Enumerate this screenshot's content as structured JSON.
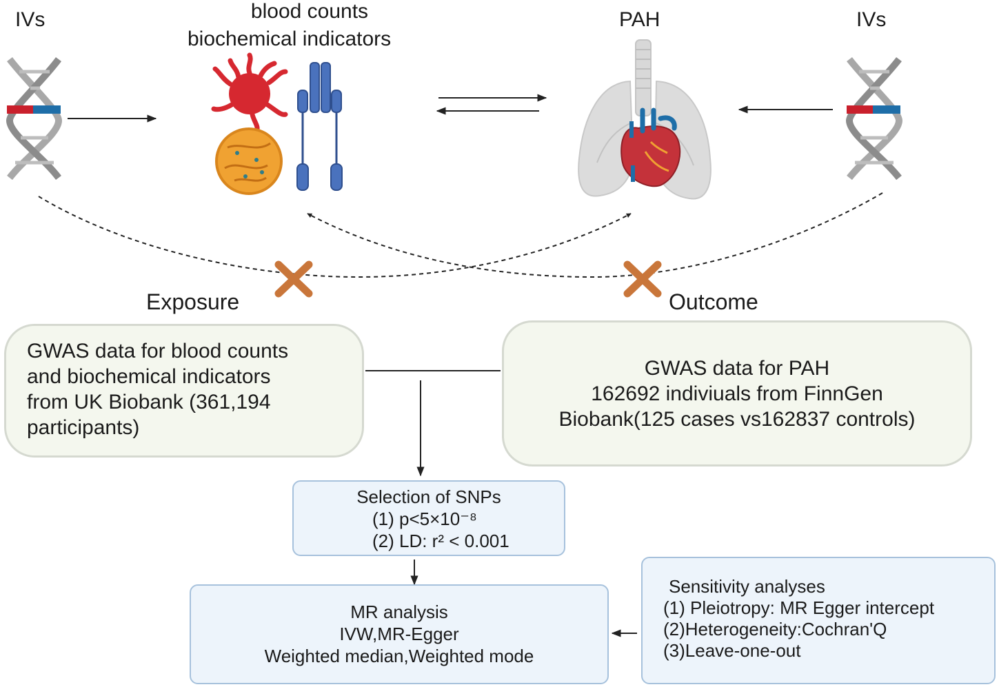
{
  "top": {
    "ivs_left": "IVs",
    "exposure_title_1": "blood counts",
    "exposure_title_2": "biochemical indicators",
    "pah": "PAH",
    "ivs_right": "IVs"
  },
  "section": {
    "exposure": "Exposure",
    "outcome": "Outcome"
  },
  "exposure_box": {
    "lines": [
      "GWAS data for blood counts",
      "and biochemical indicators",
      "from UK Biobank (361,194",
      "participants)"
    ]
  },
  "outcome_box": {
    "lines": [
      "GWAS data for PAH",
      "162692 indiviuals from FinnGen",
      "Biobank(125 cases vs162837 controls)"
    ]
  },
  "snp_box": {
    "title": "Selection of SNPs",
    "items": [
      "(1)  p<5×10⁻⁸",
      "(2)  LD: r² < 0.001"
    ]
  },
  "mr_box": {
    "lines": [
      "MR analysis",
      "IVW,MR-Egger",
      "Weighted median,Weighted mode"
    ]
  },
  "sens_box": {
    "lines": [
      "Sensitivity analyses",
      "(1) Pleiotropy: MR Egger intercept",
      "(2)Heterogeneity:Cochran'Q",
      "(3)Leave-one-out"
    ]
  },
  "colors": {
    "cross": "#c9763a",
    "dna_gray": "#9a9a9a",
    "dna_red": "#c9202c",
    "dna_blue": "#1e6ea8",
    "cell_red": "#d62830",
    "cell_orange": "#f0a232",
    "receptor_blue": "#4a72bd",
    "lung_gray": "#d8d8d8",
    "heart_red": "#c4323a"
  },
  "icons": [
    "dna-icon",
    "platelet-cell-icon",
    "fat-cell-icon",
    "receptor-icon",
    "lungs-heart-icon",
    "cross-mark-icon"
  ]
}
